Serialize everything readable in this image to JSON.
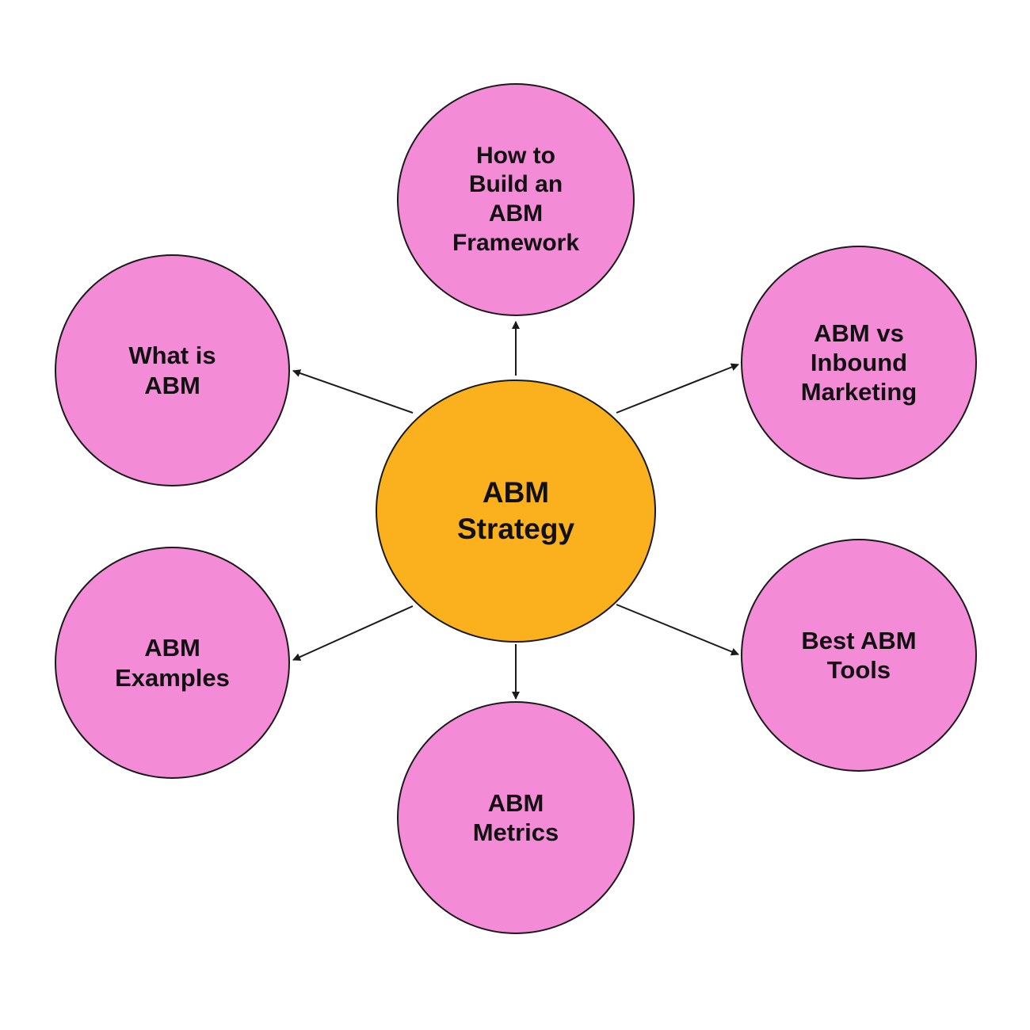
{
  "colors": {
    "center_fill": "#FBB11E",
    "topic_fill": "#F48BD6",
    "stroke": "#1A1A1A",
    "text": "#111111"
  },
  "center": {
    "label": "ABM\nStrategy"
  },
  "topics": {
    "top": {
      "label": "How to\nBuild an\nABM\nFramework"
    },
    "left": {
      "label": "What is\nABM"
    },
    "right": {
      "label": "ABM vs\nInbound\nMarketing"
    },
    "bottom_left": {
      "label": "ABM\nExamples"
    },
    "bottom_right": {
      "label": "Best ABM\nTools"
    },
    "bottom": {
      "label": "ABM\nMetrics"
    }
  }
}
